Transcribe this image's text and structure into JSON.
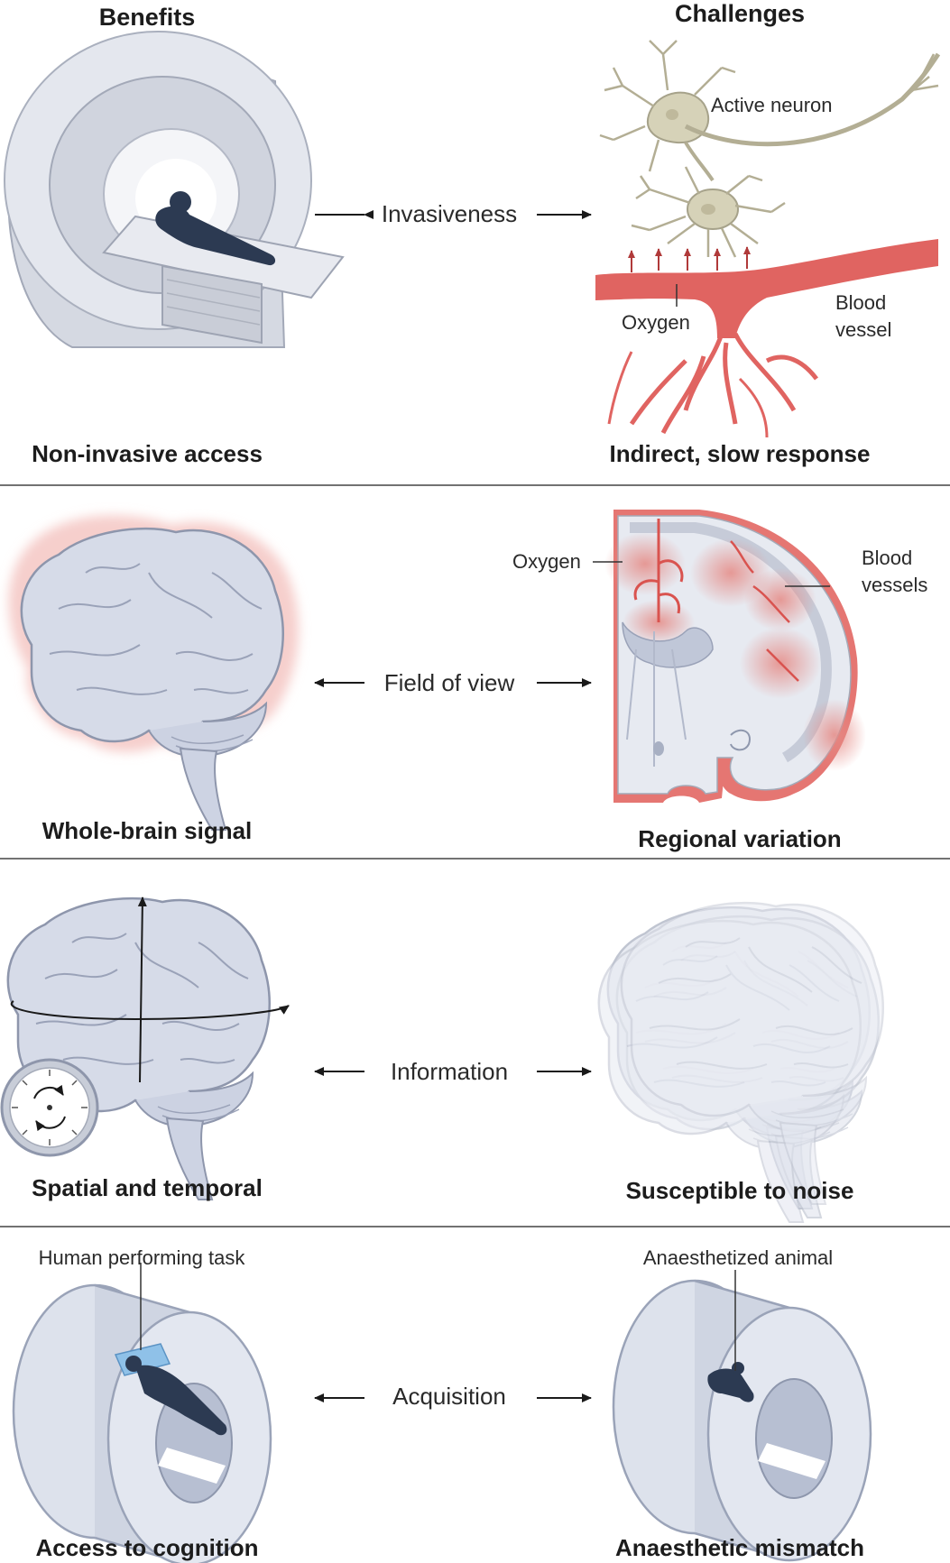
{
  "columns": {
    "left": "Benefits",
    "right": "Challenges"
  },
  "rows": [
    {
      "benefit": "Non-invasive access",
      "axis": "Invasiveness",
      "challenge": "Indirect, slow response",
      "labels": {
        "active_neuron": "Active neuron",
        "oxygen": "Oxygen",
        "blood_vessel_1": "Blood",
        "blood_vessel_2": "vessel"
      }
    },
    {
      "benefit": "Whole-brain signal",
      "axis": "Field of view",
      "challenge": "Regional variation",
      "labels": {
        "oxygen": "Oxygen",
        "blood_vessels_1": "Blood",
        "blood_vessels_2": "vessels"
      }
    },
    {
      "benefit": "Spatial and temporal",
      "axis": "Information",
      "challenge": "Susceptible to noise",
      "labels": {}
    },
    {
      "benefit": "Access to cognition",
      "axis": "Acquisition",
      "challenge": "Anaesthetic mismatch",
      "labels": {
        "human_task": "Human performing task",
        "animal": "Anaesthetized animal"
      }
    }
  ],
  "colors": {
    "device": "#d9dce4",
    "brain": "#d3d8e6",
    "vessel": "#e06461",
    "neuron": "#d6d2b8",
    "silhouette": "#2c3a52",
    "divider": "#444444"
  },
  "icons": [
    "mri-scanner-icon",
    "neuron-icon",
    "blood-vessel-icon",
    "brain-icon",
    "brain-section-icon",
    "clock-icon",
    "blurred-brain-icon",
    "bore-scanner-icon"
  ]
}
